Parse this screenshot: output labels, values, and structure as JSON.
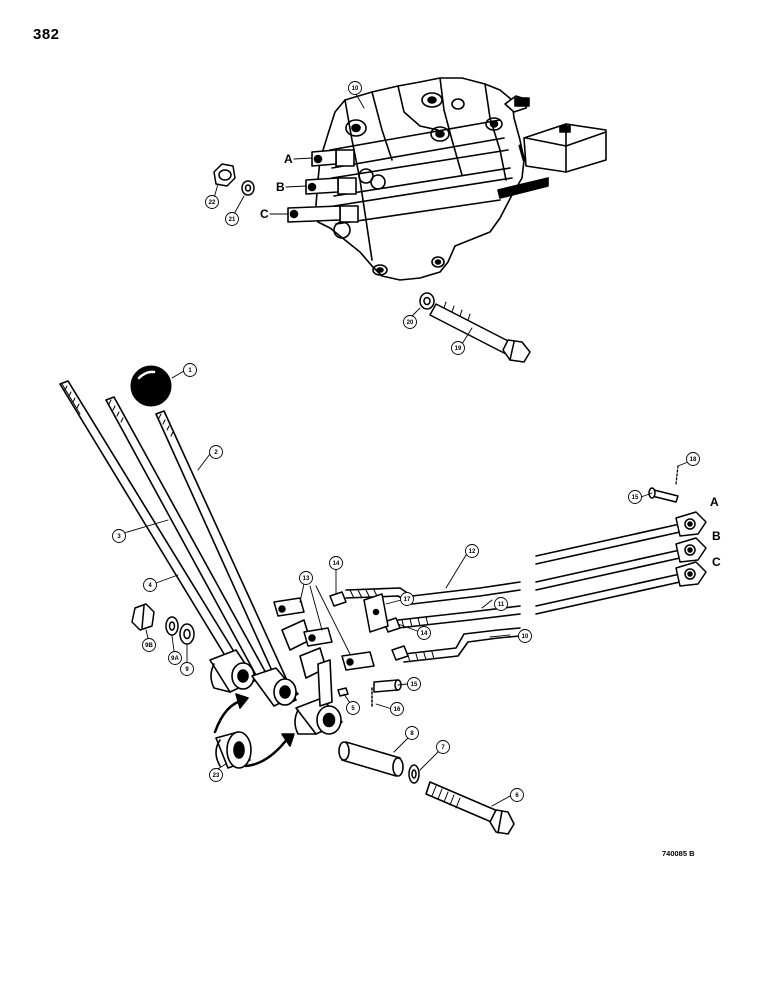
{
  "page_number": "382",
  "figure_code": "740085 B",
  "valve_letters": [
    "A",
    "B",
    "C"
  ],
  "rod_letters": [
    "A",
    "B",
    "C"
  ],
  "callouts": [
    "1",
    "2",
    "3",
    "4",
    "5",
    "6",
    "7",
    "8",
    "9",
    "9A",
    "9B",
    "10",
    "11",
    "12",
    "13",
    "14",
    "15",
    "16",
    "17",
    "18",
    "19",
    "20",
    "21",
    "22",
    "23"
  ]
}
